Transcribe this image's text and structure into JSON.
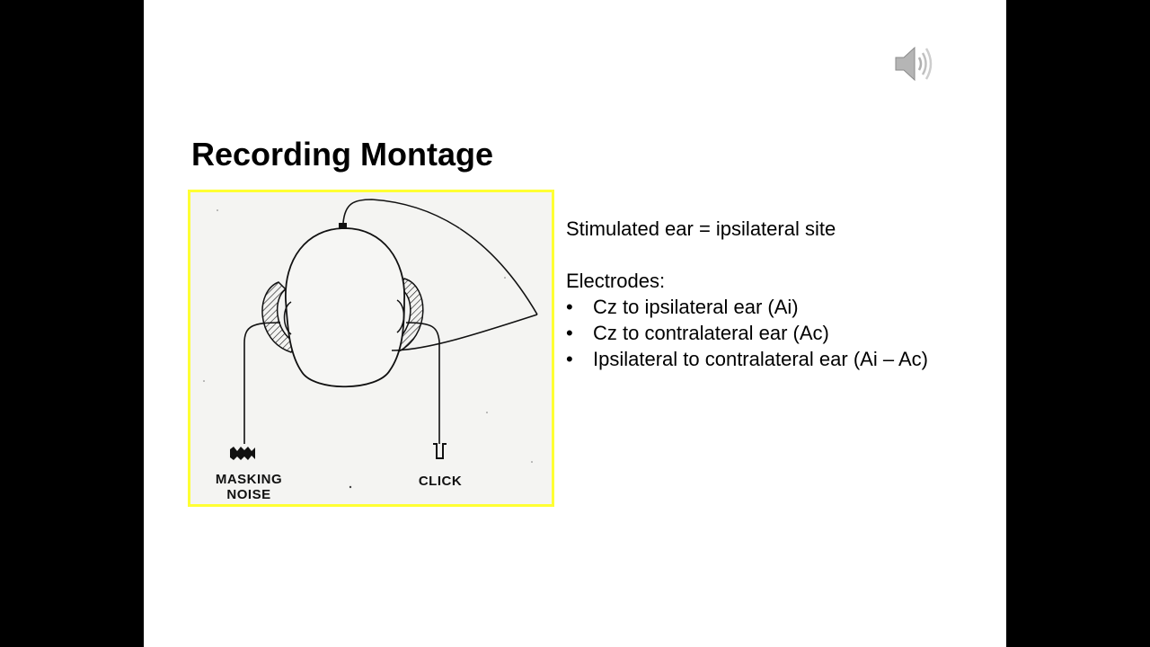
{
  "slide": {
    "title": "Recording Montage",
    "speaker_icon": "speaker-icon",
    "figure": {
      "labels": {
        "masking_line1": "MASKING",
        "masking_line2": "NOISE",
        "click": "CLICK"
      },
      "border_color": "#ffff33"
    },
    "content": {
      "line1": "Stimulated ear = ipsilateral site",
      "electrodes_heading": "Electrodes:",
      "bullets": [
        "Cz to ipsilateral ear (Ai)",
        "Cz to contralateral ear (Ac)",
        "Ipsilateral to contralateral ear (Ai – Ac)"
      ]
    }
  }
}
